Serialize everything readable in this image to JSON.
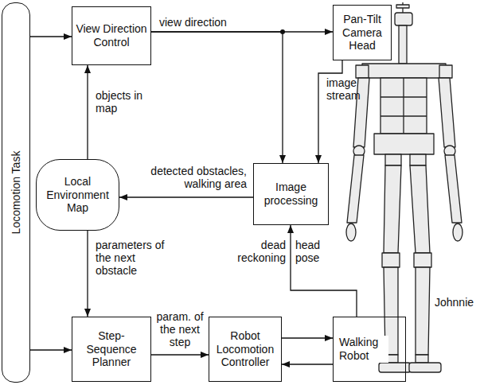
{
  "diagram": {
    "nodes": [
      {
        "text": [
          "Locomotion Task"
        ]
      },
      {
        "text": [
          "View Direction Control"
        ]
      },
      {
        "text": [
          "Pan-Tilt Camera Head"
        ]
      },
      {
        "text": [
          "Local Environment Map"
        ]
      },
      {
        "text": [
          "Image processing"
        ]
      },
      {
        "text": [
          "Step-Sequence Planner"
        ]
      },
      {
        "text": [
          "Robot Locomotion Controller"
        ]
      },
      {
        "text": [
          "Walking Robot"
        ]
      }
    ],
    "edges": [
      {
        "from": 0,
        "to": 1,
        "arrow": "to"
      },
      {
        "from": 0,
        "to": 5,
        "arrow": "to"
      },
      {
        "from": 1,
        "to": 2,
        "label": "view direction",
        "arrow": "to"
      },
      {
        "from": 1,
        "to": 4,
        "arrow": "to"
      },
      {
        "from": 2,
        "to": 4,
        "label": "image stream",
        "arrow": "to"
      },
      {
        "from": 4,
        "to": 3,
        "label": "detected obstacles, walking area",
        "arrow": "to"
      },
      {
        "from": 3,
        "to": 1,
        "label": "objects in map",
        "arrow": "to"
      },
      {
        "from": 3,
        "to": 5,
        "label": "parameters of the next obstacle",
        "arrow": "to"
      },
      {
        "from": 5,
        "to": 6,
        "label": "param. of the next step",
        "arrow": "to"
      },
      {
        "from": 6,
        "to": 7,
        "arrow": "to"
      },
      {
        "from": 7,
        "to": 6,
        "arrow": "to"
      },
      {
        "from": 7,
        "to": 4,
        "label": "dead reckoning",
        "arrow": "to"
      }
    ],
    "labels": [
      "head pose",
      "Johnnie"
    ]
  }
}
